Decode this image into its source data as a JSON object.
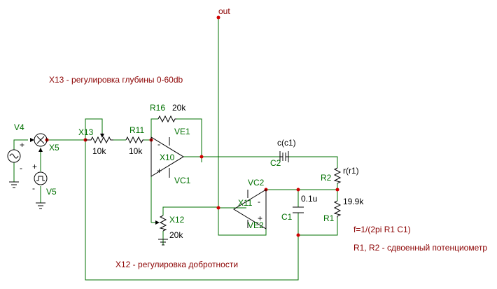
{
  "diagram": {
    "out_label": "out",
    "notes": {
      "x13_note": "X13 - регулировка глубины 0-60db",
      "x12_note": "X12 - регулировка добротности",
      "formula": "f=1/(2pi R1 C1)",
      "pot_note": "R1, R2 - сдвоенный потенциометр"
    },
    "components": {
      "v4": {
        "name": "V4",
        "plus": "+",
        "minus": "-"
      },
      "v5": {
        "name": "V5",
        "plus": "+",
        "minus": "-"
      },
      "x5": {
        "name": "X5"
      },
      "x13": {
        "name": "X13",
        "value": "10k"
      },
      "r11": {
        "name": "R11",
        "value": "10k"
      },
      "r16": {
        "name": "R16",
        "value": "20k"
      },
      "x10": {
        "name": "X10",
        "minus": "-",
        "plus": "+",
        "supply_pos": "VE1",
        "supply_neg": "VC1"
      },
      "x11": {
        "name": "X11",
        "minus": "-",
        "plus": "+",
        "supply_pos": "VC2",
        "supply_neg": "VE2"
      },
      "x12": {
        "name": "X12",
        "value": "20k"
      },
      "c2": {
        "name": "C2",
        "value": "c(c1)"
      },
      "c1": {
        "name": "C1",
        "value": "0.1u"
      },
      "r2": {
        "name": "R2",
        "value": "r(r1)"
      },
      "r1": {
        "name": "R1",
        "value": "19.9k"
      }
    }
  }
}
